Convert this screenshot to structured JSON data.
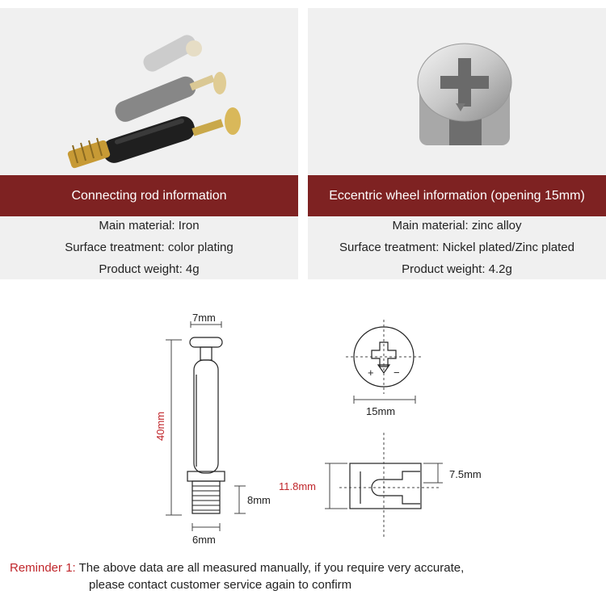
{
  "rod": {
    "title": "Connecting rod information",
    "specs": [
      "Main material: Iron",
      "Surface treatment: color plating",
      "Product weight: 4g"
    ]
  },
  "wheel": {
    "title": "Eccentric wheel information (opening 15mm)",
    "specs": [
      "Main material: zinc alloy",
      "Surface treatment: Nickel plated/Zinc plated",
      "Product weight: 4.2g"
    ]
  },
  "dimensions": {
    "rod_head": "7mm",
    "rod_length": "40mm",
    "rod_thread": "8mm",
    "rod_thread_dia": "6mm",
    "wheel_dia": "15mm",
    "wheel_height": "11.8mm",
    "wheel_opening": "7.5mm"
  },
  "reminder": {
    "label": "Reminder 1:",
    "line1": "The above data are all measured manually, if you require very accurate,",
    "line2": "please contact customer service again to confirm"
  },
  "colors": {
    "banner": "#7e2222",
    "dimension": "#c0262b"
  }
}
